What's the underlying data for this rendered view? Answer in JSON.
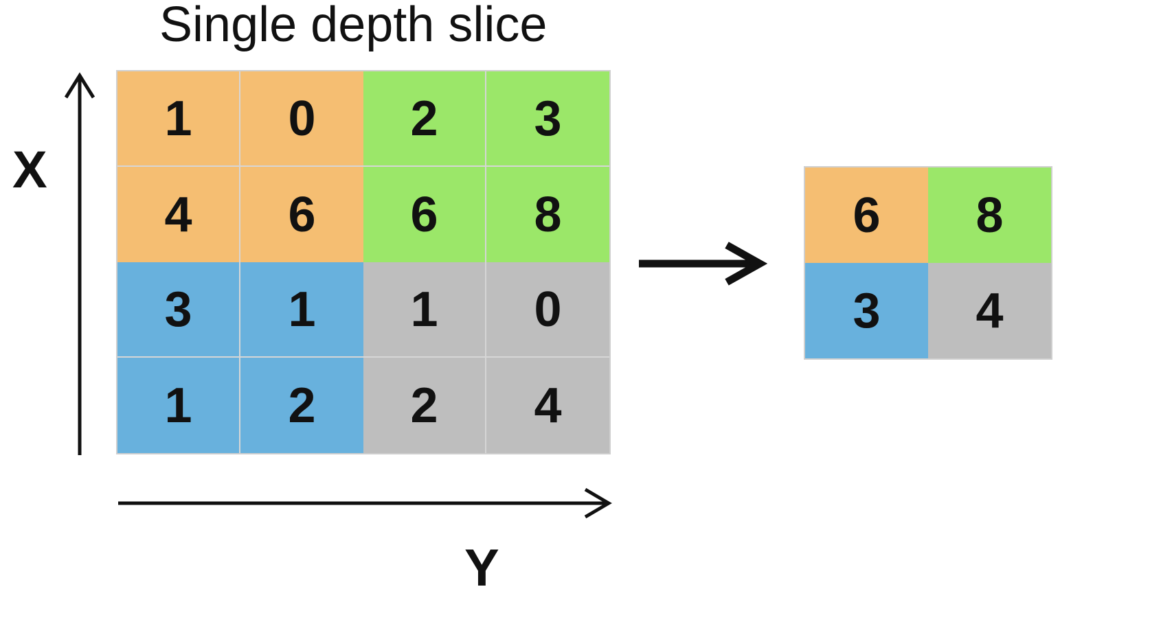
{
  "title": "Single depth slice",
  "axes": {
    "vertical_label": "X",
    "horizontal_label": "Y"
  },
  "colors": {
    "orange": "#F5BE72",
    "green": "#9BE769",
    "blue": "#68B1DD",
    "gray": "#BEBEBE"
  },
  "input_grid": {
    "rows": [
      [
        {
          "value": "1",
          "color": "orange"
        },
        {
          "value": "0",
          "color": "orange"
        },
        {
          "value": "2",
          "color": "green"
        },
        {
          "value": "3",
          "color": "green"
        }
      ],
      [
        {
          "value": "4",
          "color": "orange"
        },
        {
          "value": "6",
          "color": "orange"
        },
        {
          "value": "6",
          "color": "green"
        },
        {
          "value": "8",
          "color": "green"
        }
      ],
      [
        {
          "value": "3",
          "color": "blue"
        },
        {
          "value": "1",
          "color": "blue"
        },
        {
          "value": "1",
          "color": "gray"
        },
        {
          "value": "0",
          "color": "gray"
        }
      ],
      [
        {
          "value": "1",
          "color": "blue"
        },
        {
          "value": "2",
          "color": "blue"
        },
        {
          "value": "2",
          "color": "gray"
        },
        {
          "value": "4",
          "color": "gray"
        }
      ]
    ]
  },
  "output_grid": {
    "rows": [
      [
        {
          "value": "6",
          "color": "orange"
        },
        {
          "value": "8",
          "color": "green"
        }
      ],
      [
        {
          "value": "3",
          "color": "blue"
        },
        {
          "value": "4",
          "color": "gray"
        }
      ]
    ]
  }
}
